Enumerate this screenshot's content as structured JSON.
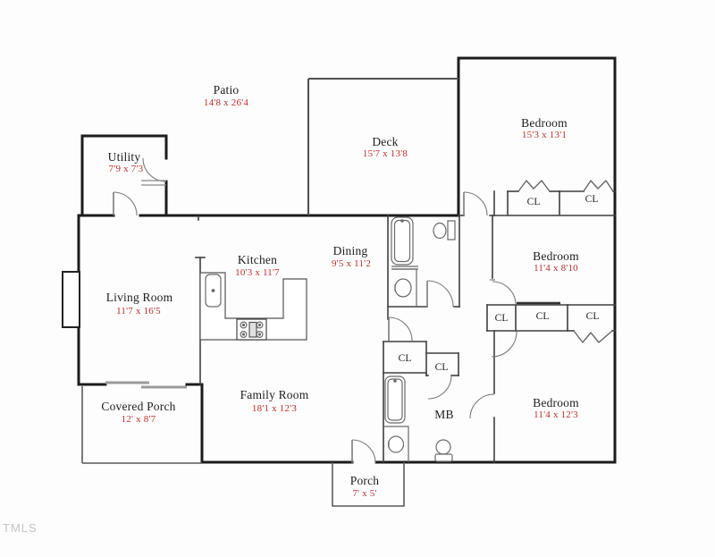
{
  "watermark": "TMLS",
  "colors": {
    "label-color": "#1d1d1d",
    "dim-color": "#bb2f2f",
    "wall-color": "#1c1c1c",
    "watermark-color": "#c5c5c5"
  },
  "rooms": [
    {
      "id": "patio",
      "name": "Patio",
      "dims": "14'8 x 26'4"
    },
    {
      "id": "utility",
      "name": "Utility",
      "dims": "7'9 x 7'3"
    },
    {
      "id": "deck",
      "name": "Deck",
      "dims": "15'7 x 13'8"
    },
    {
      "id": "bedroom-top-right",
      "name": "Bedroom",
      "dims": "15'3 x 13'1"
    },
    {
      "id": "living-room",
      "name": "Living Room",
      "dims": "11'7 x 16'5"
    },
    {
      "id": "kitchen",
      "name": "Kitchen",
      "dims": "10'3 x 11'7"
    },
    {
      "id": "dining",
      "name": "Dining",
      "dims": "9'5 x 11'2"
    },
    {
      "id": "bedroom-mid-right",
      "name": "Bedroom",
      "dims": "11'4 x 8'10"
    },
    {
      "id": "covered-porch",
      "name": "Covered Porch",
      "dims": "12' x 8'7"
    },
    {
      "id": "family-room",
      "name": "Family Room",
      "dims": "18'1 x 12'3"
    },
    {
      "id": "master-bath",
      "name": "MB",
      "dims": ""
    },
    {
      "id": "bedroom-bot-right",
      "name": "Bedroom",
      "dims": "11'4 x 12'3"
    },
    {
      "id": "porch",
      "name": "Porch",
      "dims": "7' x 5'"
    }
  ],
  "closets": [
    {
      "id": "cl-top-right-1",
      "label": "CL"
    },
    {
      "id": "cl-top-right-2",
      "label": "CL"
    },
    {
      "id": "cl-mid-1",
      "label": "CL"
    },
    {
      "id": "cl-mid-2",
      "label": "CL"
    },
    {
      "id": "cl-mid-3",
      "label": "CL"
    },
    {
      "id": "cl-mb-1",
      "label": "CL"
    },
    {
      "id": "cl-mb-2",
      "label": "CL"
    }
  ]
}
